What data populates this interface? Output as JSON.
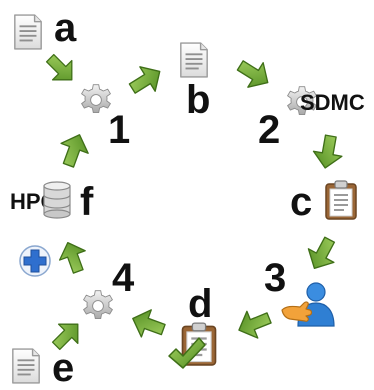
{
  "diagram": {
    "labels": {
      "a": "a",
      "b": "b",
      "c": "c",
      "d": "d",
      "e": "e",
      "f": "f",
      "step1": "1",
      "step2": "2",
      "step3": "3",
      "step4": "4",
      "sdmc": "SDMC",
      "hpo": "HPO"
    },
    "colors": {
      "arrow_green": "#6a9b2c",
      "arrow_light": "#97c75a",
      "plus_blue": "#2f6fce",
      "person_blue": "#2f7fd3",
      "hand_orange": "#f2a23a",
      "clipboard_brown": "#9a6636"
    }
  }
}
